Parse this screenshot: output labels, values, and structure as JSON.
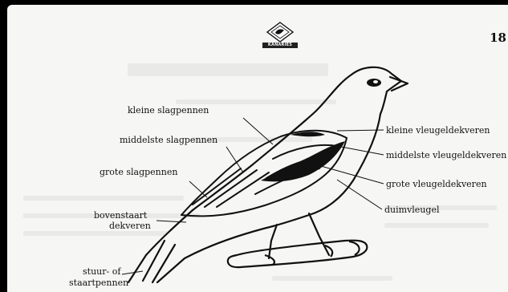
{
  "page": {
    "page_number": "18",
    "logo_text": "KANARIES"
  },
  "diagram": {
    "labels_left": [
      {
        "id": "kleine-slagpennen",
        "text": "kleine slagpennen"
      },
      {
        "id": "middelste-slagpennen",
        "text": "middelste slagpennen"
      },
      {
        "id": "grote-slagpennen",
        "text": "grote slagpennen"
      },
      {
        "id": "bovenstaart-dekveren-1",
        "text": "bovenstaart"
      },
      {
        "id": "bovenstaart-dekveren-2",
        "text": "dekveren"
      },
      {
        "id": "stuur-of-1",
        "text": "stuur- of"
      },
      {
        "id": "staartpennen",
        "text": "staartpennen"
      }
    ],
    "labels_right": [
      {
        "id": "kleine-vleugeldekveren",
        "text": "kleine vleugeldekveren"
      },
      {
        "id": "middelste-vleugeldekveren",
        "text": "middelste vleugeldekveren"
      },
      {
        "id": "grote-vleugeldekveren",
        "text": "grote vleugeldekveren"
      },
      {
        "id": "duimvleugel",
        "text": "duimvleugel"
      }
    ]
  },
  "colors": {
    "ink": "#111111",
    "paper": "#f6f6f4",
    "background": "#000000"
  }
}
